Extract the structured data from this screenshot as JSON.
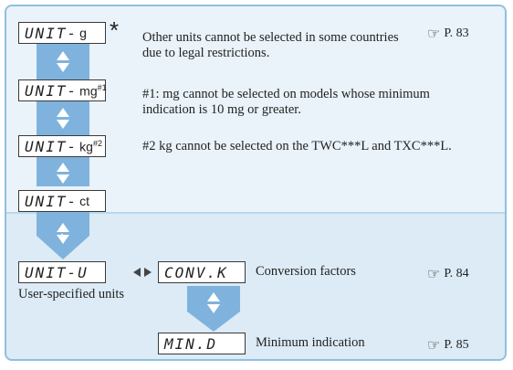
{
  "flow": {
    "displays": {
      "unit_g": {
        "seg": "UNIT-",
        "unit": "g"
      },
      "unit_mg": {
        "seg": "UNIT-",
        "unit": "mg",
        "note_mark": "#1"
      },
      "unit_kg": {
        "seg": "UNIT-",
        "unit": "kg",
        "note_mark": "#2"
      },
      "unit_ct": {
        "seg": "UNIT-",
        "unit": "ct"
      },
      "unit_u": {
        "seg": "UNIT-U"
      },
      "conv_k": {
        "seg": "CONV.K"
      },
      "mind": {
        "seg": "MIN.D"
      }
    },
    "asterisk": "*",
    "notes": {
      "legal": "Other units cannot be selected in some countries due to legal restrictions.",
      "n1": "#1: mg cannot be selected on models whose minimum indication is 10 mg or greater.",
      "n2": "#2 kg cannot be selected on the TWC***L and TXC***L."
    },
    "labels": {
      "user_specified": "User-specified units",
      "conversion": "Conversion factors",
      "minimum": "Minimum indication"
    },
    "refs": {
      "p83": "P. 83",
      "p84": "P. 84",
      "p85": "P. 85"
    }
  }
}
